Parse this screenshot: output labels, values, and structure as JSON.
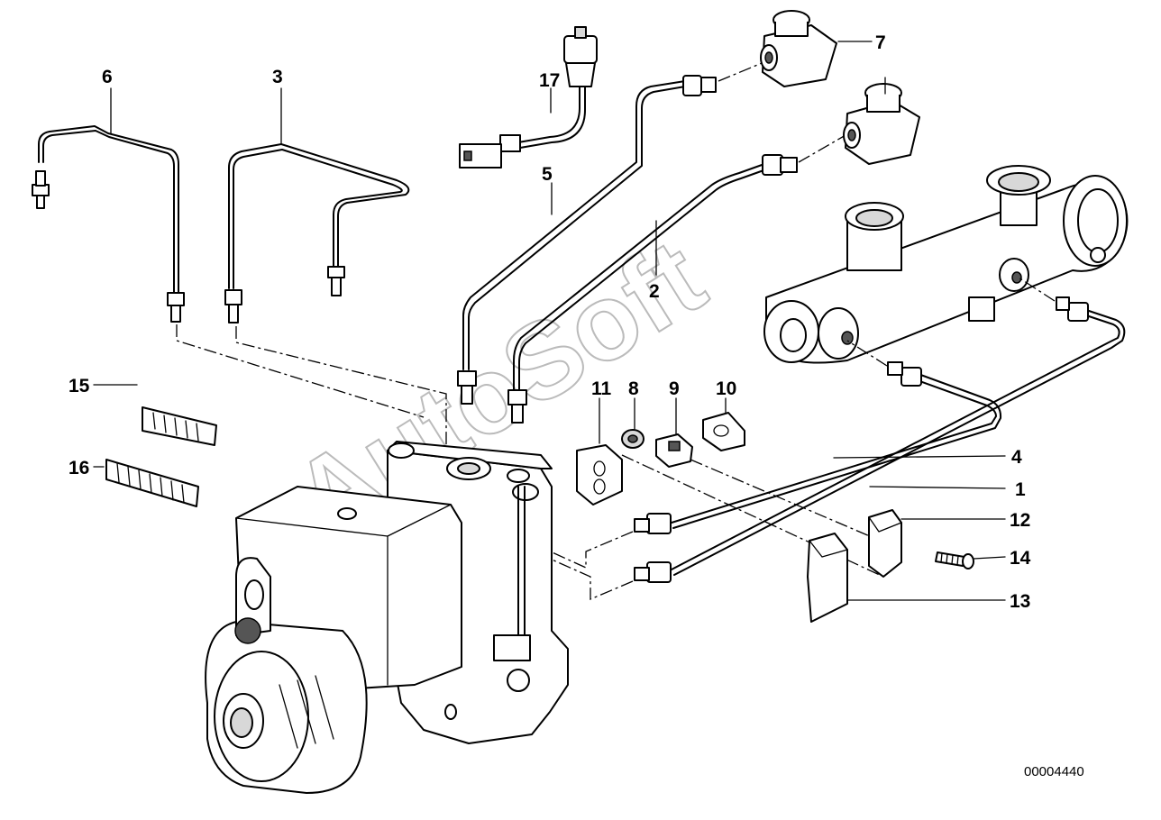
{
  "diagram": {
    "watermark": "AutoSoft",
    "code": "00004440",
    "labels": [
      {
        "id": "1",
        "text": "1"
      },
      {
        "id": "2",
        "text": "2"
      },
      {
        "id": "3",
        "text": "3"
      },
      {
        "id": "4",
        "text": "4"
      },
      {
        "id": "5",
        "text": "5"
      },
      {
        "id": "6",
        "text": "6"
      },
      {
        "id": "7",
        "text": "7"
      },
      {
        "id": "8",
        "text": "8"
      },
      {
        "id": "9",
        "text": "9"
      },
      {
        "id": "10",
        "text": "10"
      },
      {
        "id": "11",
        "text": "11"
      },
      {
        "id": "12",
        "text": "12"
      },
      {
        "id": "13",
        "text": "13"
      },
      {
        "id": "14",
        "text": "14"
      },
      {
        "id": "15",
        "text": "15"
      },
      {
        "id": "16",
        "text": "16"
      },
      {
        "id": "17",
        "text": "17"
      }
    ]
  }
}
